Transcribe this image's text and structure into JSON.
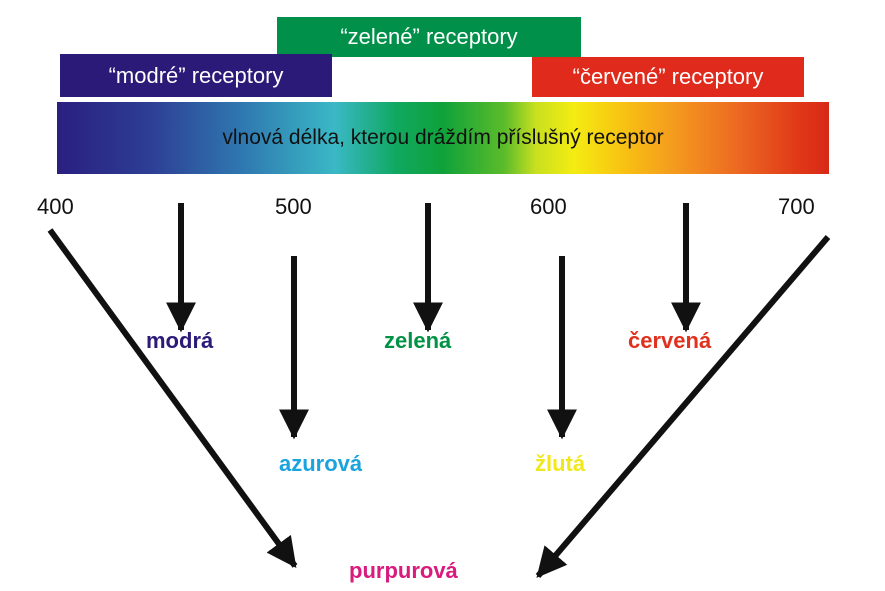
{
  "receptors": {
    "green": {
      "label": "“zelené” receptory",
      "color": "#00904a"
    },
    "blue": {
      "label": "“modré” receptory",
      "color": "#2b1a78"
    },
    "red": {
      "label": "“červené” receptory",
      "color": "#e02a1c"
    }
  },
  "spectrum": {
    "label": "vlnová délka, kterou dráždím příslušný receptor"
  },
  "ticks": [
    "400",
    "500",
    "600",
    "700"
  ],
  "colors": {
    "modra": {
      "label": "modrá",
      "color": "#2b1a78"
    },
    "zelena": {
      "label": "zelená",
      "color": "#009245"
    },
    "cervena": {
      "label": "červená",
      "color": "#e0301e"
    },
    "azurova": {
      "label": "azurová",
      "color": "#1aa3dc"
    },
    "zluta": {
      "label": "žlutá",
      "color": "#f0e81a"
    },
    "purpurova": {
      "label": "purpurová",
      "color": "#d81b7d"
    }
  }
}
